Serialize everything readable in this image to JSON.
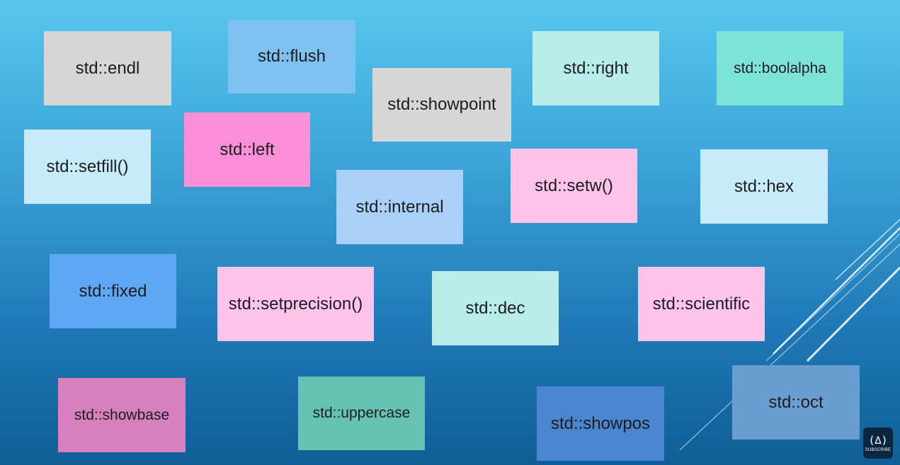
{
  "cards": [
    {
      "label": "std::endl",
      "color": "#d6d6d6"
    },
    {
      "label": "std::flush",
      "color": "#7ec0f0"
    },
    {
      "label": "std::showpoint",
      "color": "#d6d6d6"
    },
    {
      "label": "std::right",
      "color": "#b8ece9"
    },
    {
      "label": "std::boolalpha",
      "color": "#7de2d8"
    },
    {
      "label": "std::setfill()",
      "color": "#c7ebf8"
    },
    {
      "label": "std::left",
      "color": "#fb90d9"
    },
    {
      "label": "std::internal",
      "color": "#a9d0f9"
    },
    {
      "label": "std::setw()",
      "color": "#fdc3ea"
    },
    {
      "label": "std::hex",
      "color": "#c7ebf8"
    },
    {
      "label": "std::fixed",
      "color": "#5ea7f4"
    },
    {
      "label": "std::setprecision()",
      "color": "#fdc3ea"
    },
    {
      "label": "std::dec",
      "color": "#b8ece9"
    },
    {
      "label": "std::scientific",
      "color": "#fdc3ea"
    },
    {
      "label": "std::showbase",
      "color": "#d681bd"
    },
    {
      "label": "std::uppercase",
      "color": "#66c2b2"
    },
    {
      "label": "std::showpos",
      "color": "#4a86cf"
    },
    {
      "label": "std::oct",
      "color": "#6a9ed1"
    }
  ],
  "subscribe": {
    "logo": "(∆)",
    "label": "SUBSCRIBE"
  }
}
